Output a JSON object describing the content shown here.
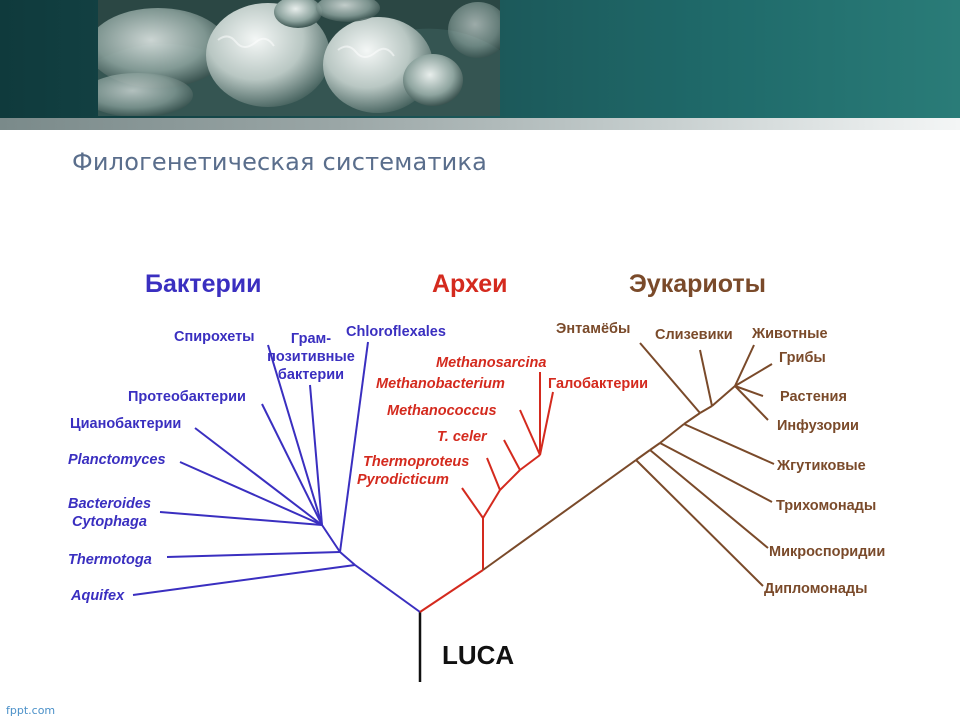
{
  "slide": {
    "title": "Филогенетическая систематика",
    "footer": "fppt.com"
  },
  "colors": {
    "bacteria": "#3a2fc0",
    "archaea": "#d42a1e",
    "eukaryota": "#7a4a2a",
    "root": "#111111",
    "title": "#5a6e8c"
  },
  "tree": {
    "root_label": "LUCA",
    "domains": {
      "bacteria": {
        "label": "Бактерии",
        "taxa": [
          "Спирохеты",
          "Грам-",
          "позитивные",
          "бактерии",
          "Chloroflexales",
          "Протеобактерии",
          "Цианобактерии",
          "Planctomyces",
          "Bacteroides",
          "Cytophaga",
          "Thermotoga",
          "Aquifex"
        ]
      },
      "archaea": {
        "label": "Археи",
        "taxa": [
          "Methanosarcina",
          "Methanobacterium",
          "Галобактерии",
          "Methanococcus",
          "T. celer",
          "Thermoproteus",
          "Pyrodicticum"
        ]
      },
      "eukaryota": {
        "label": "Эукариоты",
        "taxa": [
          "Энтамёбы",
          "Слизевики",
          "Животные",
          "Грибы",
          "Растения",
          "Инфузории",
          "Жгутиковые",
          "Трихомонады",
          "Микроспоридии",
          "Дипломонады"
        ]
      }
    }
  }
}
